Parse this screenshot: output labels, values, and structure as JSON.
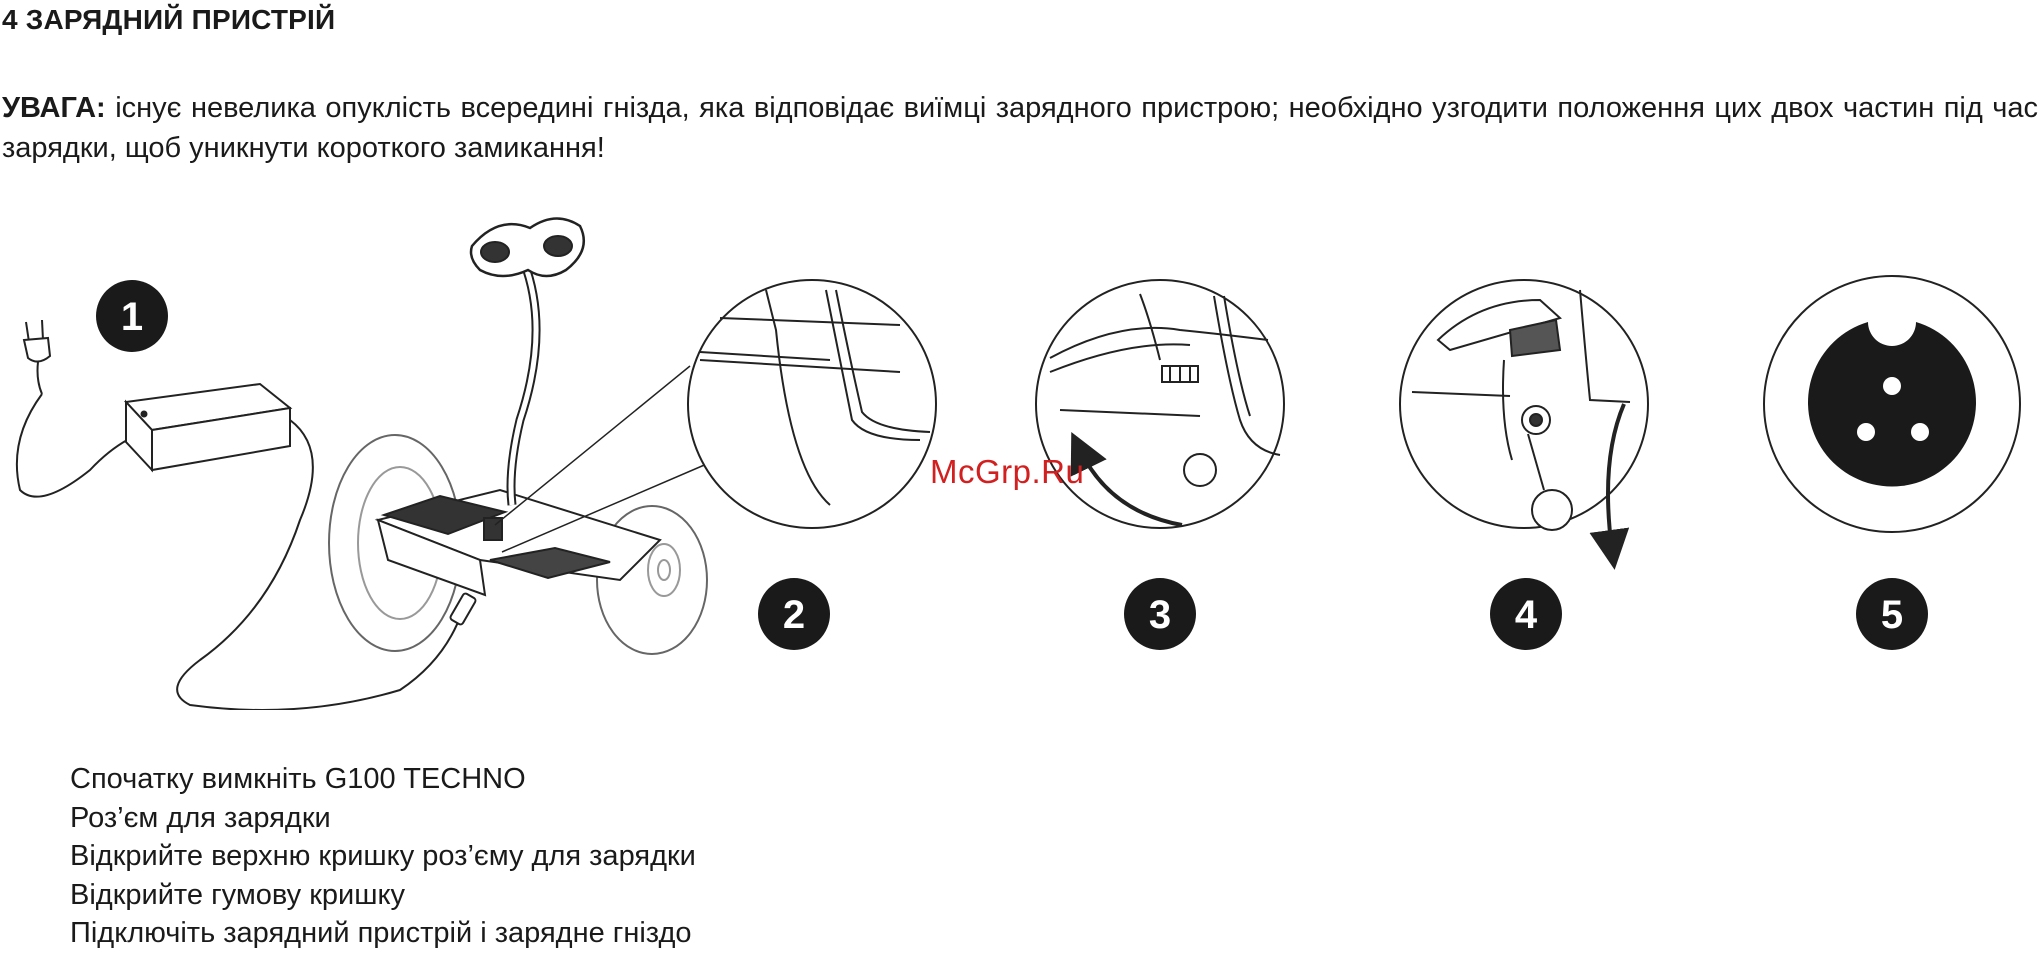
{
  "section": {
    "title": "4 ЗАРЯДНИЙ ПРИСТРІЙ"
  },
  "warning": {
    "label": "УВАГА:",
    "text": "існує невелика опуклість всередині гнізда, яка відповідає виїмці зарядного пристрою; необхідно узгодити положення цих двох частин під час зарядки, щоб уникнути короткого замикання!"
  },
  "figure": {
    "badges": [
      "1",
      "2",
      "3",
      "4",
      "5"
    ],
    "watermark": "McGrp.Ru",
    "colors": {
      "line": "#222222",
      "badge_fill": "#1a1a1a",
      "badge_text": "#ffffff",
      "watermark": "#d21f1f"
    },
    "icons": [
      "plug-icon",
      "charger-adapter-icon",
      "scooter-icon",
      "arrow-up-icon",
      "arrow-down-icon",
      "socket-icon"
    ]
  },
  "steps": [
    "Спочатку вимкніть G100 TECHNO",
    "Роз’єм для зарядки",
    "Відкрийте верхню кришку роз’єму для зарядки",
    "Відкрийте гумову кришку",
    "Підключіть зарядний пристрій і зарядне гніздо"
  ]
}
